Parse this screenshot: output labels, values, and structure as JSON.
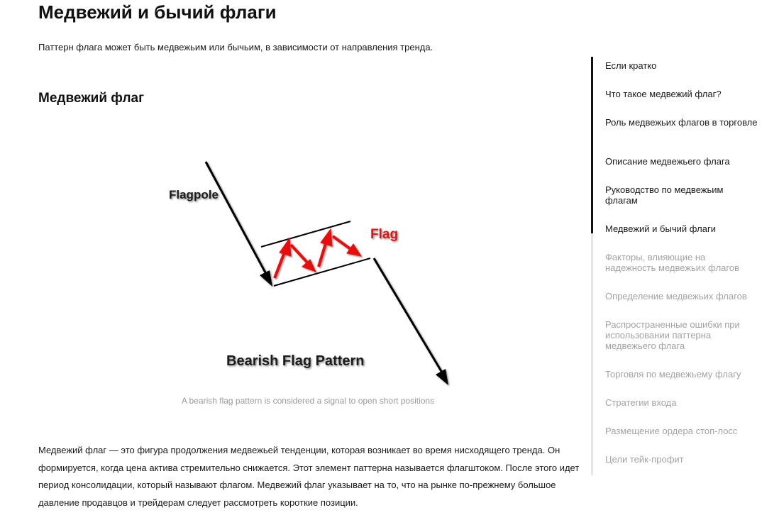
{
  "article": {
    "title": "Медвежий и бычий флаги",
    "intro": "Паттерн флага может быть медвежьим или бычьим, в зависимости от направления тренда.",
    "section_title": "Медвежий флаг",
    "figure": {
      "label_flagpole": "Flagpole",
      "label_flag": "Flag",
      "label_pattern": "Bearish Flag Pattern",
      "caption": "A bearish flag pattern is considered a signal to open short positions",
      "colors": {
        "lines": "#000000",
        "flag_arrows": "#e81010",
        "flag_label": "#e01515"
      }
    },
    "paragraph": "Медвежий флаг — это фигура продолжения медвежьей тенденции, которая возникает во время нисходящего тренда. Он формируется, когда цена актива стремительно снижается. Этот элемент паттерна называется флагштоком. После этого идет период консолидации, который называют флагом. Медвежий флаг указывает на то, что на рынке по-прежнему большое давление продавцов и трейдерам следует рассмотреть короткие позиции."
  },
  "toc": {
    "items": [
      {
        "label": "Если кратко",
        "state": "read"
      },
      {
        "label": "Что такое медвежий флаг?",
        "state": "read"
      },
      {
        "label": "Роль медвежьих флагов в торговле",
        "state": "read"
      },
      {
        "label": "Описание медвежьего флага",
        "state": "read"
      },
      {
        "label": "Руководство по медвежьим флагам",
        "state": "read"
      },
      {
        "label": "Медвежий и бычий флаги",
        "state": "current"
      },
      {
        "label": "Факторы, влияющие на надежность медвежьих флагов",
        "state": "unread"
      },
      {
        "label": "Определение медвежьих флагов",
        "state": "unread"
      },
      {
        "label": "Распространенные ошибки при использовании паттерна медвежьего флага",
        "state": "unread"
      },
      {
        "label": "Торговля по медвежьему флагу",
        "state": "unread"
      },
      {
        "label": "Стратегии входа",
        "state": "unread"
      },
      {
        "label": "Размещение ордера стоп-лосс",
        "state": "unread"
      },
      {
        "label": "Цели тейк-профит",
        "state": "unread"
      }
    ],
    "colors": {
      "read": "#1a1a1a",
      "unread": "#a3a3a3",
      "rail": "#e6e6e6",
      "rail_active": "#111111"
    }
  }
}
